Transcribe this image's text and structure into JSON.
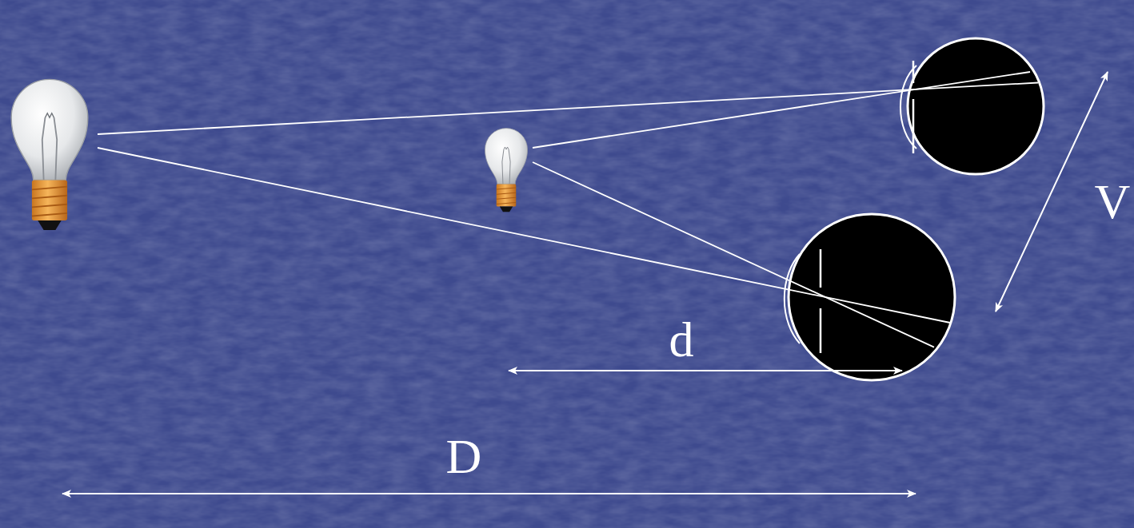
{
  "diagram": {
    "labels": [
      "V",
      "d",
      "D"
    ]
  }
}
